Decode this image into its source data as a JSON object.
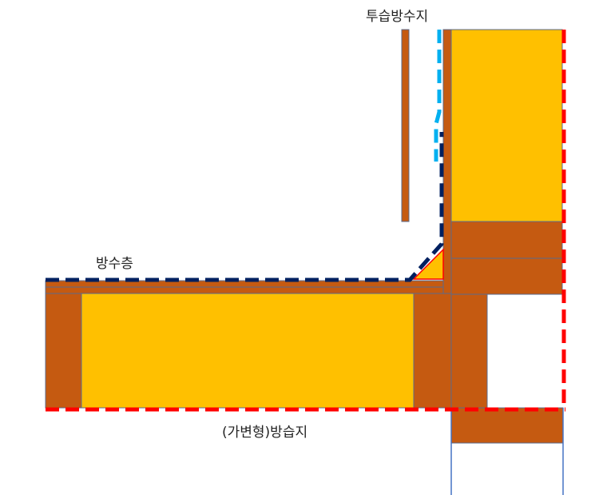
{
  "labels": {
    "vapor_permeable_membrane": "투습방수지",
    "waterproof_layer": "방수층",
    "vapor_retarder": "(가변형)방습지"
  },
  "colors": {
    "wood": "#C55A11",
    "insulation": "#FFC000",
    "outline": "#5B6B8C",
    "waterproof_line": "#002060",
    "membrane_line": "#00B0F0",
    "vapor_retarder_line": "#FF0000"
  }
}
